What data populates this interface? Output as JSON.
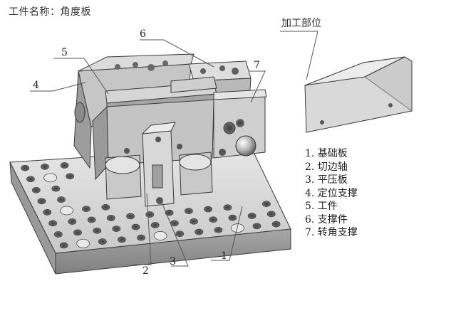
{
  "title": "工件名称：角度板",
  "machining_area_label": "加工部位",
  "callouts": {
    "n1": "1",
    "n2": "2",
    "n3": "3",
    "n4": "4",
    "n5": "5",
    "n6": "6",
    "n7": "7"
  },
  "legend": [
    "1. 基础板",
    "2. 切边轴",
    "3. 平压板",
    "4. 定位支撑",
    "5. 工件",
    "6. 支撑件",
    "7. 转角支撑"
  ],
  "colors": {
    "metal_light": "#d9d9d9",
    "metal_mid": "#b8b8b8",
    "metal_dark": "#8c8c8c",
    "hole": "#5a5a5a",
    "outline": "#3a3a3a",
    "leader": "#555555"
  }
}
